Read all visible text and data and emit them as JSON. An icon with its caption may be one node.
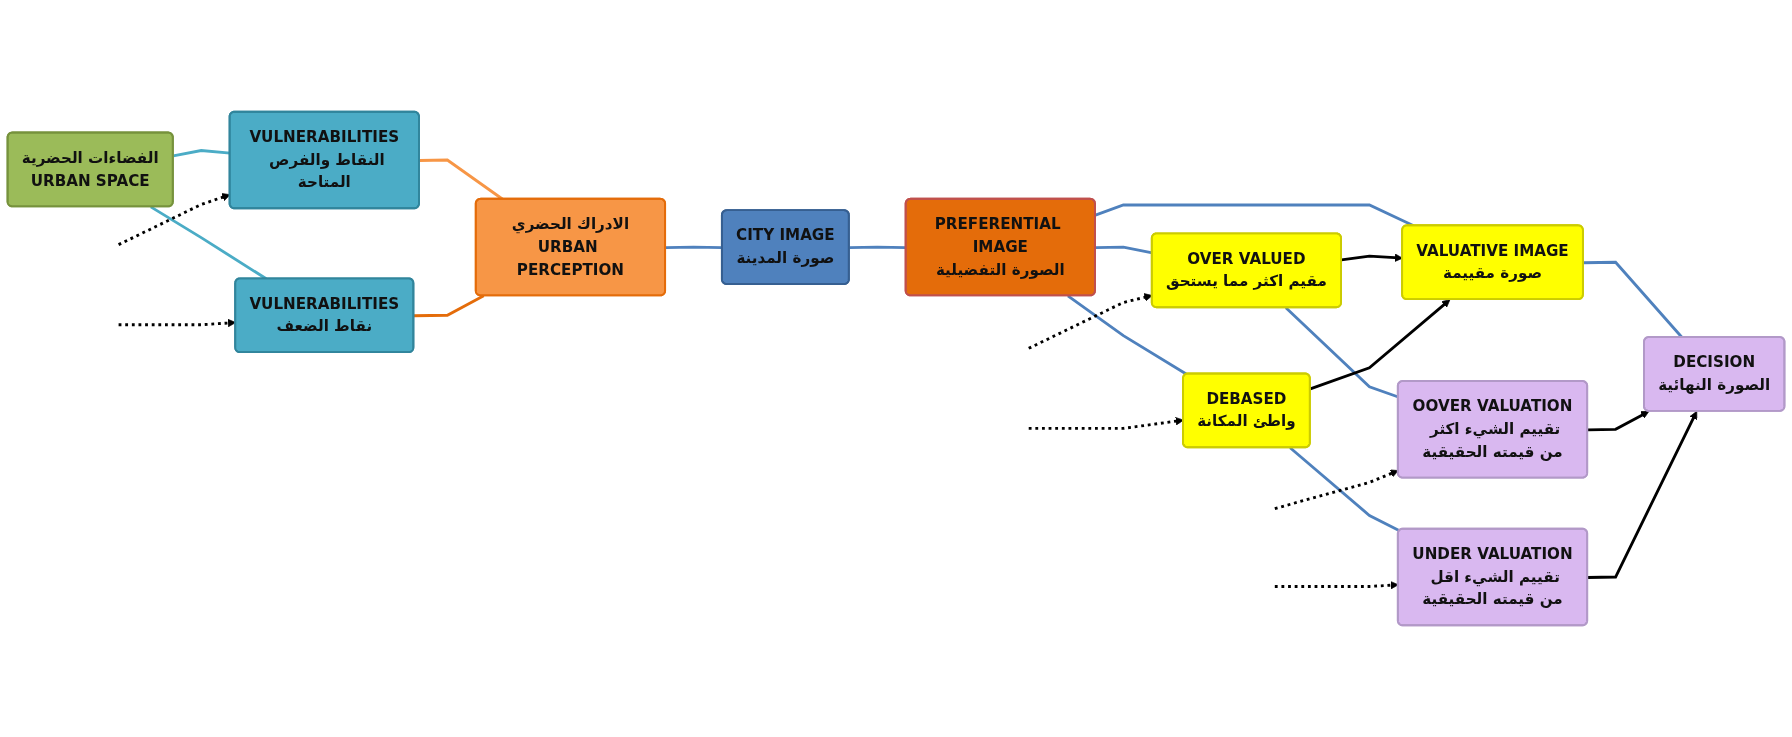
{
  "diagram": {
    "nodes": [
      {
        "text": [
          "الفضاءات الحضرية",
          "URBAN SPACE"
        ]
      },
      {
        "text": [
          "VULNERABILITIES",
          "النقاط والفرص المتاحة"
        ]
      },
      {
        "text": [
          "VULNERABILITIES",
          "نقاط الضعف"
        ]
      },
      {
        "text": [
          "الادراك الحضري",
          "URBAN PERCEPTION"
        ]
      },
      {
        "text": [
          "CITY IMAGE",
          "صورة المدينة"
        ]
      },
      {
        "text": [
          "PREFERENTIAL IMAGE",
          "الصورة التفضيلية"
        ]
      },
      {
        "text": [
          "OVER VALUED",
          "مقيم اكثر مما يستحق"
        ]
      },
      {
        "text": [
          "OOVER VALUATION",
          "تقييم الشيء اكثر من قيمته الحقيقية"
        ]
      },
      {
        "text": [
          "VALUATIVE IMAGE",
          "صورة مقييمة"
        ]
      },
      {
        "text": [
          "DECISION",
          "الصورة النهائية"
        ]
      },
      {
        "text": [
          "DEBASED",
          "واطئ المكانة"
        ]
      },
      {
        "text": [
          "UNDER VALUATION",
          "تقييم الشيء اقل من قيمته الحقيقية"
        ]
      }
    ],
    "edges": [
      {
        "from": 0,
        "to": 1,
        "arrow": "none",
        "color": "#4bacc6"
      },
      {
        "from": 0,
        "to": 2,
        "arrow": "none",
        "color": "#4bacc6"
      },
      {
        "from": 1,
        "to": 3,
        "arrow": "none",
        "color": "#f79646"
      },
      {
        "from": 2,
        "to": 3,
        "arrow": "none",
        "color": "#e46c0a"
      },
      {
        "from": 3,
        "to": 4,
        "arrow": "none",
        "color": "#4f81bd"
      },
      {
        "from": 4,
        "to": 5,
        "arrow": "none",
        "color": "#4f81bd"
      },
      {
        "from": 5,
        "to": 6,
        "arrow": "none",
        "color": "#4f81bd"
      },
      {
        "from": 5,
        "to": 8,
        "arrow": "none",
        "color": "#4f81bd"
      },
      {
        "from": 5,
        "to": 10,
        "arrow": "none",
        "color": "#4f81bd"
      },
      {
        "from": 6,
        "to": 7,
        "arrow": "none",
        "color": "#4f81bd"
      },
      {
        "from": 8,
        "to": 9,
        "arrow": "none",
        "color": "#4f81bd"
      },
      {
        "from": 10,
        "to": 11,
        "arrow": "none",
        "color": "#4f81bd"
      },
      {
        "from": 6,
        "to": 8,
        "arrow": "to"
      },
      {
        "from": 10,
        "to": 8,
        "arrow": "to"
      },
      {
        "from": 7,
        "to": 9,
        "arrow": "to"
      },
      {
        "from": 11,
        "to": 9,
        "arrow": "to"
      },
      {
        "from": null,
        "to": 1,
        "arrow": "to",
        "style": "dashed"
      },
      {
        "from": null,
        "to": 6,
        "arrow": "to",
        "style": "dashed"
      },
      {
        "from": null,
        "to": 7,
        "arrow": "to",
        "style": "dashed"
      },
      {
        "from": null,
        "to": 2,
        "arrow": "to",
        "style": "dashed"
      },
      {
        "from": null,
        "to": 10,
        "arrow": "to",
        "style": "dashed"
      },
      {
        "from": null,
        "to": 11,
        "arrow": "to",
        "style": "dashed"
      }
    ]
  }
}
